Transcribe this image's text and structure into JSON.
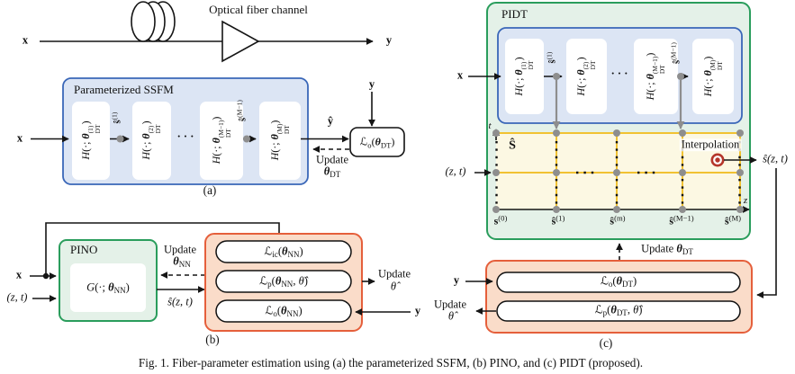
{
  "colors": {
    "blue_fill": "#dce5f4",
    "blue_stroke": "#3a67b8",
    "green_fill": "#e4f1e8",
    "green_stroke": "#2a9d5c",
    "orange_fill": "#fadcc9",
    "orange_stroke": "#e55f3b",
    "grid_fill": "#fcf8e3",
    "grid_line": "#f1c232",
    "dot": "#8e8e8e",
    "red": "#b5362a"
  },
  "channel": {
    "input": "x",
    "title": "Optical fiber channel",
    "output": "y"
  },
  "fig_a": {
    "box_title": "Parameterized SSFM",
    "input": "x",
    "blocks": [
      [
        {
          "t": "H",
          "k": "i"
        },
        {
          "t": "(·; ",
          "k": "n"
        },
        {
          "t": "θ",
          "k": "bi"
        },
        {
          "k": "stk",
          "top": "(1)",
          "bot": "DT"
        },
        {
          "t": ")",
          "k": "n"
        }
      ],
      [
        {
          "t": "H",
          "k": "i"
        },
        {
          "t": "(·; ",
          "k": "n"
        },
        {
          "t": "θ",
          "k": "bi"
        },
        {
          "k": "stk",
          "top": "(2)",
          "bot": "DT"
        },
        {
          "t": ")",
          "k": "n"
        }
      ],
      [
        {
          "t": "H",
          "k": "i"
        },
        {
          "t": "(·; ",
          "k": "n"
        },
        {
          "t": "θ",
          "k": "bi"
        },
        {
          "k": "stk",
          "top": "(M−1)",
          "bot": "DT"
        },
        {
          "t": ")",
          "k": "n"
        }
      ],
      [
        {
          "t": "H",
          "k": "i"
        },
        {
          "t": "(·; ",
          "k": "n"
        },
        {
          "t": "θ",
          "k": "bi"
        },
        {
          "k": "stk",
          "top": "(M)",
          "bot": "DT"
        },
        {
          "t": ")",
          "k": "n"
        }
      ]
    ],
    "dots_label": "· · ·",
    "taps": [
      [
        {
          "t": "ŝ",
          "k": "b"
        },
        {
          "t": "(1)",
          "k": "sup"
        }
      ],
      [
        {
          "t": "ŝ",
          "k": "b"
        },
        {
          "t": "(M−1)",
          "k": "sup"
        }
      ]
    ],
    "output": [
      {
        "t": "ŷ",
        "k": "b"
      }
    ],
    "y_in": "y",
    "loss": [
      {
        "t": "ℒ",
        "k": "n"
      },
      {
        "t": "o",
        "k": "sub"
      },
      {
        "t": "(",
        "k": "n"
      },
      {
        "t": "θ",
        "k": "bi"
      },
      {
        "t": "DT",
        "k": "sub"
      },
      {
        "t": ")",
        "k": "n"
      }
    ],
    "update_line1": "Update",
    "update_line2": [
      {
        "t": "θ",
        "k": "bi"
      },
      {
        "t": "DT",
        "k": "sub"
      }
    ],
    "label": "(a)"
  },
  "fig_b": {
    "input_x": "x",
    "input_zt": [
      {
        "t": "(z, t)",
        "k": "i"
      }
    ],
    "box_title": "PINO",
    "operator": [
      {
        "t": "G",
        "k": "i"
      },
      {
        "t": "(·; ",
        "k": "n"
      },
      {
        "t": "θ",
        "k": "bi"
      },
      {
        "t": "NN",
        "k": "sub"
      },
      {
        "t": ")",
        "k": "n"
      }
    ],
    "update_line1": "Update",
    "update_line2": [
      {
        "t": "θ",
        "k": "bi"
      },
      {
        "t": "NN",
        "k": "sub"
      }
    ],
    "s_out": [
      {
        "t": "ŝ(z, t)",
        "k": "i"
      }
    ],
    "losses": [
      [
        {
          "t": "ℒ",
          "k": "n"
        },
        {
          "t": "ic",
          "k": "sub"
        },
        {
          "t": "(",
          "k": "n"
        },
        {
          "t": "θ",
          "k": "bi"
        },
        {
          "t": "NN",
          "k": "sub"
        },
        {
          "t": ")",
          "k": "n"
        }
      ],
      [
        {
          "t": "ℒ",
          "k": "n"
        },
        {
          "t": "p",
          "k": "sub"
        },
        {
          "t": "(",
          "k": "n"
        },
        {
          "t": "θ",
          "k": "bi"
        },
        {
          "t": "NN",
          "k": "sub"
        },
        {
          "t": ", ",
          "k": "n"
        },
        {
          "t": "θ̂",
          "k": "i"
        },
        {
          "t": ")",
          "k": "n"
        }
      ],
      [
        {
          "t": "ℒ",
          "k": "n"
        },
        {
          "t": "o",
          "k": "sub"
        },
        {
          "t": "(",
          "k": "n"
        },
        {
          "t": "θ",
          "k": "bi"
        },
        {
          "t": "NN",
          "k": "sub"
        },
        {
          "t": ")",
          "k": "n"
        }
      ]
    ],
    "update_out_line1": "Update",
    "update_out_line2": [
      {
        "t": "θ̂",
        "k": "i"
      }
    ],
    "input_y": "y",
    "label": "(b)"
  },
  "fig_c": {
    "box_title": "PIDT",
    "input": "x",
    "blocks": [
      [
        {
          "t": "H",
          "k": "i"
        },
        {
          "t": "(·; ",
          "k": "n"
        },
        {
          "t": "θ",
          "k": "bi"
        },
        {
          "k": "stk",
          "top": "(1)",
          "bot": "DT"
        },
        {
          "t": ")",
          "k": "n"
        }
      ],
      [
        {
          "t": "H",
          "k": "i"
        },
        {
          "t": "(·; ",
          "k": "n"
        },
        {
          "t": "θ",
          "k": "bi"
        },
        {
          "k": "stk",
          "top": "(2)",
          "bot": "DT"
        },
        {
          "t": ")",
          "k": "n"
        }
      ],
      [
        {
          "t": "H",
          "k": "i"
        },
        {
          "t": "(·; ",
          "k": "n"
        },
        {
          "t": "θ",
          "k": "bi"
        },
        {
          "k": "stk",
          "top": "(M−1)",
          "bot": "DT"
        },
        {
          "t": ")",
          "k": "n"
        }
      ],
      [
        {
          "t": "H",
          "k": "i"
        },
        {
          "t": "(·; ",
          "k": "n"
        },
        {
          "t": "θ",
          "k": "bi"
        },
        {
          "k": "stk",
          "top": "(M)",
          "bot": "DT"
        },
        {
          "t": ")",
          "k": "n"
        }
      ]
    ],
    "dots_label": "· · ·",
    "taps": [
      [
        {
          "t": "ŝ",
          "k": "b"
        },
        {
          "t": "(1)",
          "k": "sup"
        }
      ],
      [
        {
          "t": "ŝ",
          "k": "b"
        },
        {
          "t": "(M−1)",
          "k": "sup"
        }
      ]
    ],
    "grid": {
      "matrix": [
        {
          "t": "Ŝ",
          "k": "b"
        }
      ],
      "t_axis": [
        {
          "t": "t",
          "k": "i"
        }
      ],
      "z_axis": [
        {
          "t": "z",
          "k": "i"
        }
      ],
      "query": [
        {
          "t": "(z, t)",
          "k": "i"
        }
      ],
      "interpolation": "Interpolation",
      "s_query": [
        {
          "t": "ŝ(z, t)",
          "k": "i"
        }
      ],
      "bottom_labels": [
        [
          {
            "t": "s",
            "k": "b"
          },
          {
            "t": "(0)",
            "k": "sup"
          }
        ],
        [
          {
            "t": "ŝ",
            "k": "b"
          },
          {
            "t": "(1)",
            "k": "sup"
          }
        ],
        [
          {
            "t": "ŝ",
            "k": "b"
          },
          {
            "t": "(m)",
            "k": "sup"
          }
        ],
        [
          {
            "t": "ŝ",
            "k": "b"
          },
          {
            "t": "(M−1)",
            "k": "sup"
          }
        ],
        [
          {
            "t": "ŝ",
            "k": "b"
          },
          {
            "t": "(M)",
            "k": "sup"
          }
        ]
      ]
    },
    "update_dt": [
      {
        "t": "Update ",
        "k": "n"
      },
      {
        "t": "θ",
        "k": "bi"
      },
      {
        "t": "DT",
        "k": "sub"
      }
    ],
    "losses": [
      [
        {
          "t": "ℒ",
          "k": "n"
        },
        {
          "t": "o",
          "k": "sub"
        },
        {
          "t": "(",
          "k": "n"
        },
        {
          "t": "θ",
          "k": "bi"
        },
        {
          "t": "DT",
          "k": "sub"
        },
        {
          "t": ")",
          "k": "n"
        }
      ],
      [
        {
          "t": "ℒ",
          "k": "n"
        },
        {
          "t": "p",
          "k": "sub"
        },
        {
          "t": "(",
          "k": "n"
        },
        {
          "t": "θ",
          "k": "bi"
        },
        {
          "t": "DT",
          "k": "sub"
        },
        {
          "t": ", ",
          "k": "n"
        },
        {
          "t": "θ̂",
          "k": "i"
        },
        {
          "t": ")",
          "k": "n"
        }
      ]
    ],
    "input_y": "y",
    "update_out_line1": "Update",
    "update_out_line2": [
      {
        "t": "θ̂",
        "k": "i"
      }
    ],
    "label": "(c)"
  },
  "caption": "Fig. 1. Fiber-parameter estimation using (a) the parameterized SSFM, (b) PINO, and (c) PIDT (proposed)."
}
